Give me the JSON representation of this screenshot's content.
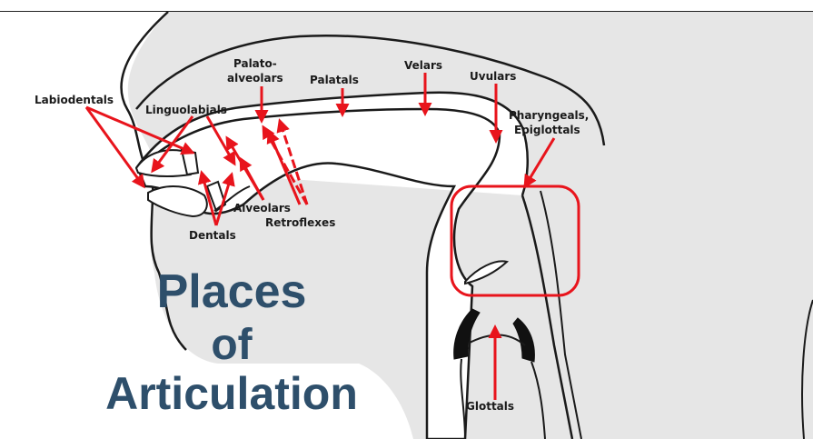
{
  "title": {
    "line1": "Places",
    "line2": "of",
    "line3": "Articulation"
  },
  "labels": {
    "labiodentals": "Labiodentals",
    "linguolabials": "Linguolabials",
    "palato_line1": "Palato-",
    "palato_line2": "alveolars",
    "palatals": "Palatals",
    "velars": "Velars",
    "uvulars": "Uvulars",
    "pharyngeals_line1": "Pharyngeals,",
    "pharyngeals_line2": "Epiglottals",
    "alveolars": "Alveolars",
    "retroflexes": "Retroflexes",
    "dentals": "Dentals",
    "glottals": "Glottals"
  },
  "colors": {
    "arrow": "#e8141c",
    "outline": "#1a1a1a",
    "fill": "#e6e6e6",
    "title": "#2e4f6b"
  }
}
